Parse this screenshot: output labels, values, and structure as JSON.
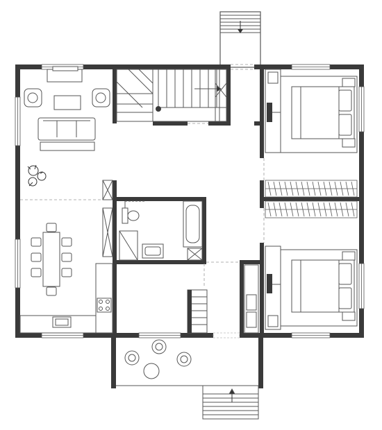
{
  "plan": {
    "wall_color": "#3a3a3a",
    "line_color": "#555555",
    "light_line_color": "#9a9a9a",
    "fill_color": "#ffffff"
  },
  "rooms": [
    {
      "key": "living",
      "furniture": [
        "sofa",
        "armchair",
        "armchair",
        "coffee-table",
        "tv-console",
        "plant"
      ]
    },
    {
      "key": "dining",
      "furniture": [
        "dining-table",
        "chairs"
      ]
    },
    {
      "key": "kitchen",
      "furniture": [
        "counter",
        "sink",
        "stove"
      ]
    },
    {
      "key": "bathroom",
      "furniture": [
        "bathtub",
        "toilet",
        "vanity-sink",
        "shower"
      ]
    },
    {
      "key": "bedroom-1",
      "furniture": [
        "double-bed",
        "nightstands",
        "wardrobe",
        "tv"
      ]
    },
    {
      "key": "bedroom-2",
      "furniture": [
        "double-bed",
        "nightstands",
        "wardrobe",
        "tv"
      ]
    },
    {
      "key": "stair-hall",
      "furniture": [
        "staircase"
      ]
    },
    {
      "key": "terrace",
      "furniture": [
        "lounge-chairs",
        "round-table"
      ]
    }
  ],
  "icons": [
    "stair-arrow-icon",
    "plant-icon",
    "chair-icon",
    "bed-icon"
  ]
}
